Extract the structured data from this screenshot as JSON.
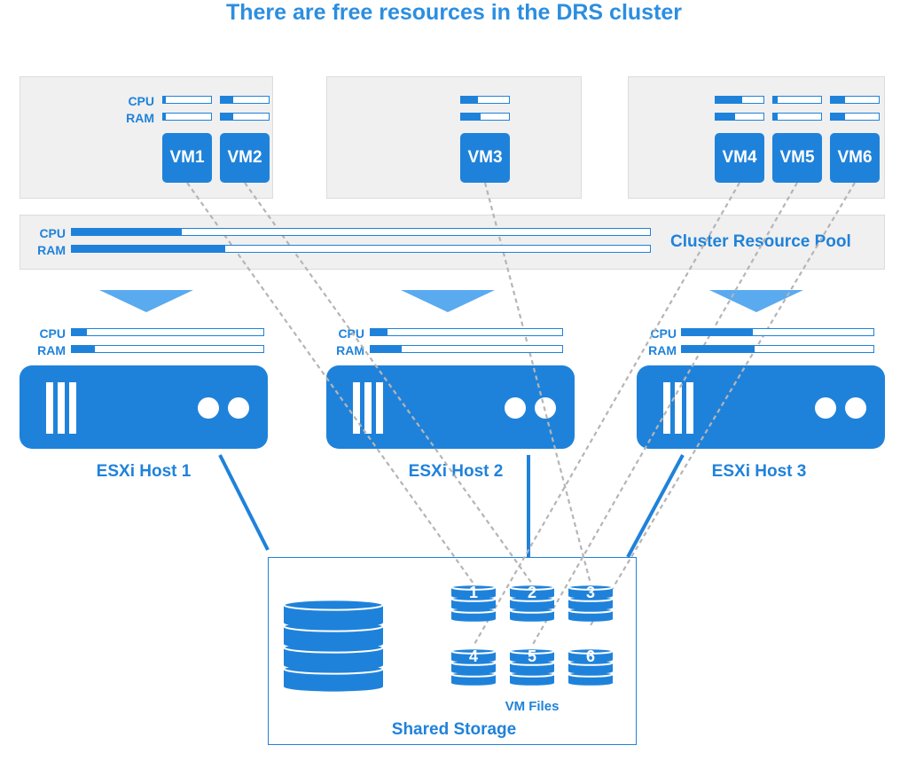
{
  "title": "There are free resources in the DRS cluster",
  "labels": {
    "cpu": "CPU",
    "ram": "RAM"
  },
  "vms": [
    "VM1",
    "VM2",
    "VM3",
    "VM4",
    "VM5",
    "VM6"
  ],
  "vm_usage": [
    {
      "cpu": 0.05,
      "ram": 0.05
    },
    {
      "cpu": 0.25,
      "ram": 0.25
    },
    {
      "cpu": 0.35,
      "ram": 0.4
    },
    {
      "cpu": 0.55,
      "ram": 0.4
    },
    {
      "cpu": 0.1,
      "ram": 0.1
    },
    {
      "cpu": 0.3,
      "ram": 0.3
    }
  ],
  "pool": {
    "label": "Cluster Resource Pool",
    "cpu": 0.19,
    "ram": 0.265
  },
  "hosts": [
    {
      "name": "ESXi Host 1",
      "cpu": 0.08,
      "ram": 0.12
    },
    {
      "name": "ESXi Host 2",
      "cpu": 0.09,
      "ram": 0.16
    },
    {
      "name": "ESXi Host 3",
      "cpu": 0.37,
      "ram": 0.38
    }
  ],
  "storage": {
    "label": "Shared Storage",
    "files_label": "VM Files",
    "files": [
      "1",
      "2",
      "3",
      "4",
      "5",
      "6"
    ]
  },
  "colors": {
    "accent": "#1f82da",
    "panel": "#f0f0f0",
    "line": "#b5b5b5"
  }
}
